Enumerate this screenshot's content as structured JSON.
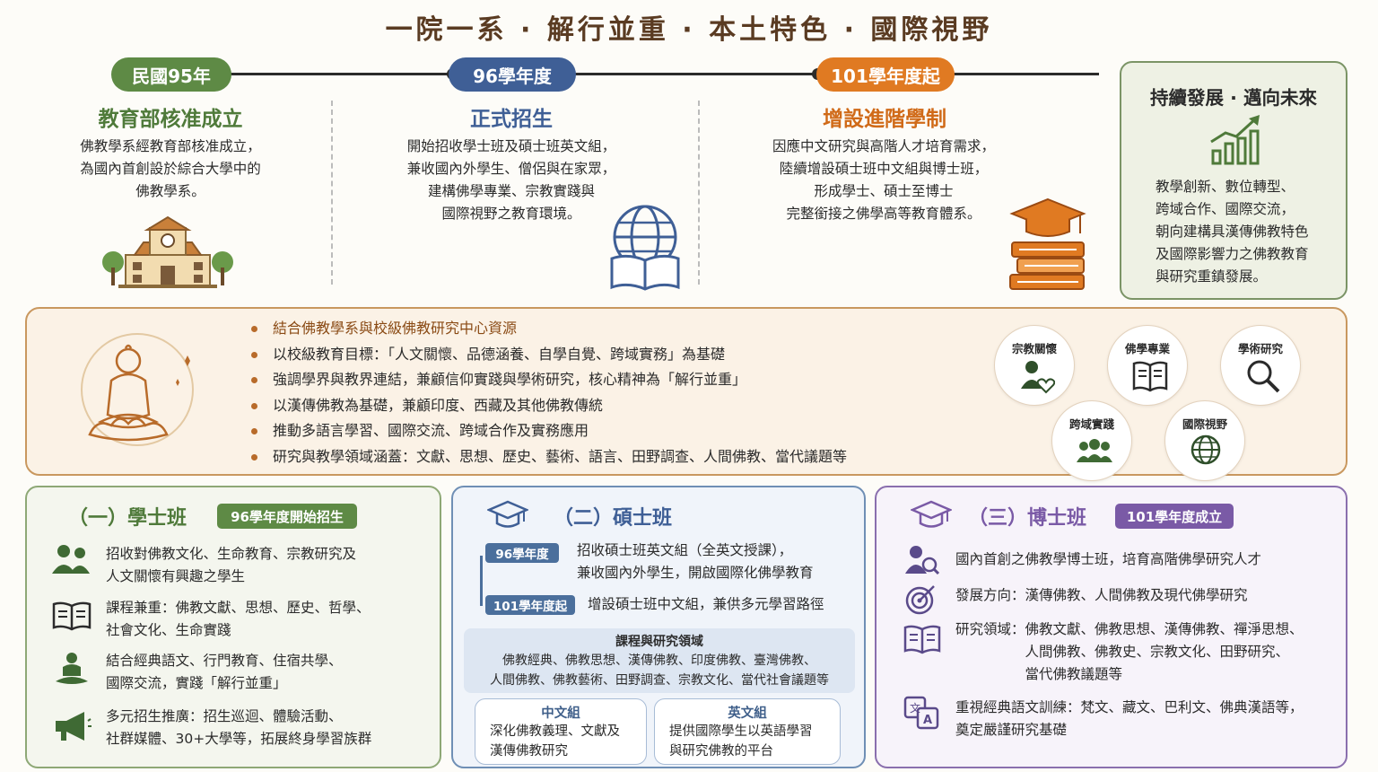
{
  "title": "一院一系 · 解行並重 · 本土特色 · 國際視野",
  "timeline": [
    {
      "pill": "民國95年",
      "title": "教育部核准成立",
      "desc": "佛教學系經教育部核准成立，\n為國內首創設於綜合大學中的\n佛教學系。",
      "color": "#5e8a45"
    },
    {
      "pill": "96學年度",
      "title": "正式招生",
      "desc": "開始招收學士班及碩士班英文組，\n兼收國內外學生、僧侶與在家眾，\n建構佛學專業、宗教實踐與\n國際視野之教育環境。",
      "color": "#3f5f96"
    },
    {
      "pill": "101學年度起",
      "title": "增設進階學制",
      "desc": "因應中文研究與高階人才培育需求，\n陸續增設碩士班中文組與博士班，\n形成學士、碩士至博士\n完整銜接之佛學高等教育體系。",
      "color": "#e07a22"
    }
  ],
  "future": {
    "title": "持續發展 · 邁向未來",
    "desc": "教學創新、數位轉型、\n跨域合作、國際交流，\n朝向建構具漢傳佛教特色\n及國際影響力之佛教教育\n與研究重鎮發展。"
  },
  "band": {
    "items": [
      "結合佛教學系與校級佛教研究中心資源",
      "以校級教育目標：「人文關懷、品德涵養、自學自覺、跨域實務」為基礎",
      "強調學界與教界連結，兼顧信仰實踐與學術研究，核心精神為「解行並重」",
      "以漢傳佛教為基礎，兼顧印度、西藏及其他佛教傳統",
      "推動多語言學習、國際交流、跨域合作及實務應用",
      "研究與教學領域涵蓋：文獻、思想、歷史、藝術、語言、田野調查、人間佛教、當代議題等"
    ],
    "circles": [
      "宗教關懷",
      "佛學專業",
      "學術研究",
      "跨域實踐",
      "國際視野"
    ]
  },
  "bachelor": {
    "title": "（一）學士班",
    "tag": "96學年度開始招生",
    "items": [
      "招收對佛教文化、生命教育、宗教研究及\n人文關懷有興趣之學生",
      "課程兼重：佛教文獻、思想、歷史、哲學、\n社會文化、生命實踐",
      "結合經典語文、行門教育、住宿共學、\n國際交流，實踐「解行並重」",
      "多元招生推廣：招生巡迴、體驗活動、\n社群媒體、30+大學等，拓展終身學習族群"
    ]
  },
  "master": {
    "title": "（二）碩士班",
    "t1": "96學年度",
    "d1": "招收碩士班英文組（全英文授課），\n兼收國內外學生，開啟國際化佛學教育",
    "t2": "101學年度起",
    "d2": "增設碩士班中文組，兼供多元學習路徑",
    "areas_title": "課程與研究領域",
    "areas": "佛教經典、佛教思想、漢傳佛教、印度佛教、臺灣佛教、\n人間佛教、佛教藝術、田野調查、宗教文化、當代社會議題等",
    "zh_title": "中文組",
    "zh_desc": "深化佛教義理、文獻及\n漢傳佛教研究",
    "en_title": "英文組",
    "en_desc": "提供國際學生以英語學習\n與研究佛教的平台"
  },
  "phd": {
    "title": "（三）博士班",
    "tag": "101學年度成立",
    "items": [
      "國內首創之佛教學博士班，培育高階佛學研究人才",
      "發展方向：漢傳佛教、人間佛教及現代佛學研究",
      "研究領域：佛教文獻、佛教思想、漢傳佛教、禪淨思想、\n　　　　　人間佛教、佛教史、宗教文化、田野研究、\n　　　　　當代佛教議題等",
      "重視經典語文訓練：梵文、藏文、巴利文、佛典漢語等，\n奠定嚴謹研究基礎"
    ]
  },
  "colors": {
    "green": "#5e8a45",
    "blue": "#3f5f96",
    "orange": "#e07a22",
    "purple": "#7a5aa6",
    "brown": "#b86b2a"
  }
}
